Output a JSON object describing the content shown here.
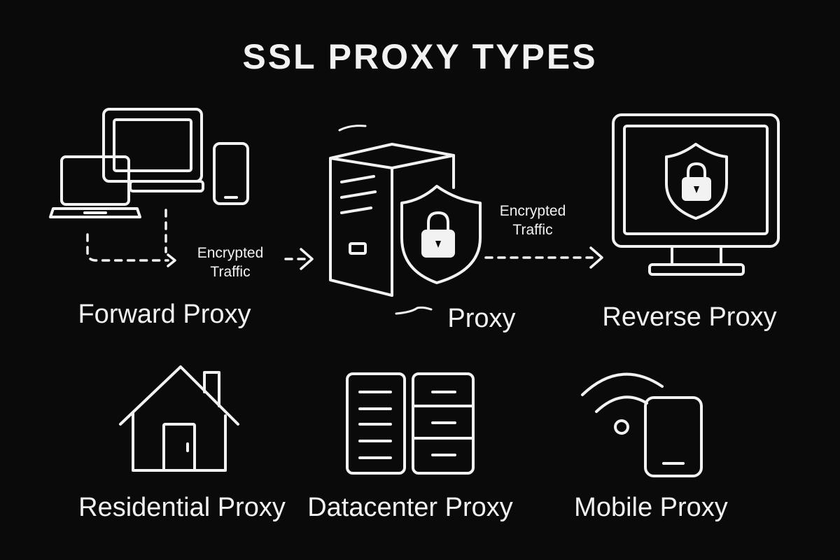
{
  "title": "SSL PROXY TYPES",
  "arrow_labels": {
    "left_line1": "Encrypted",
    "left_line2": "Traffic",
    "right_line1": "Encrypted",
    "right_line2": "Traffic"
  },
  "nodes": {
    "forward": "Forward Proxy",
    "proxy": "Proxy",
    "reverse": "Reverse Proxy",
    "residential": "Residential Proxy",
    "datacenter": "Datacenter Proxy",
    "mobile": "Mobile Proxy"
  },
  "icons": {
    "forward": "devices-icon",
    "proxy": "server-shield-icon",
    "reverse": "monitor-shield-icon",
    "residential": "house-icon",
    "datacenter": "server-rack-icon",
    "mobile": "phone-wifi-icon"
  },
  "colors": {
    "background": "#0a0a0a",
    "foreground": "#f2f2f2"
  }
}
